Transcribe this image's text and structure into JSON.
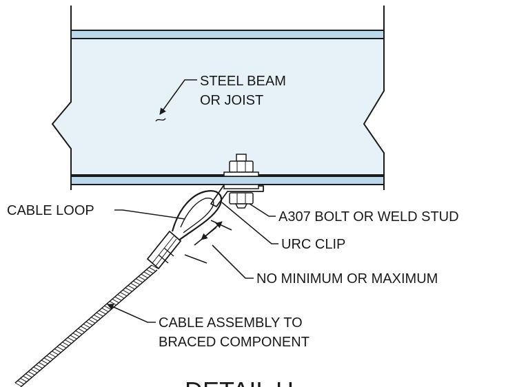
{
  "labels": {
    "steel_beam_line1": "STEEL BEAM",
    "steel_beam_line2": "OR JOIST",
    "bolt": "A307 BOLT OR WELD STUD",
    "cable_loop": "CABLE LOOP",
    "urc_clip": "URC CLIP",
    "dimension": "NO MINIMUM OR MAXIMUM",
    "cable_assembly_line1": "CABLE ASSEMBLY TO",
    "cable_assembly_line2": "BRACED COMPONENT",
    "detail_title": "DETAIL H"
  },
  "colors": {
    "beam_web": "#e6f1f8",
    "beam_flange": "#bcd9ec",
    "line": "#1a1a1a"
  }
}
